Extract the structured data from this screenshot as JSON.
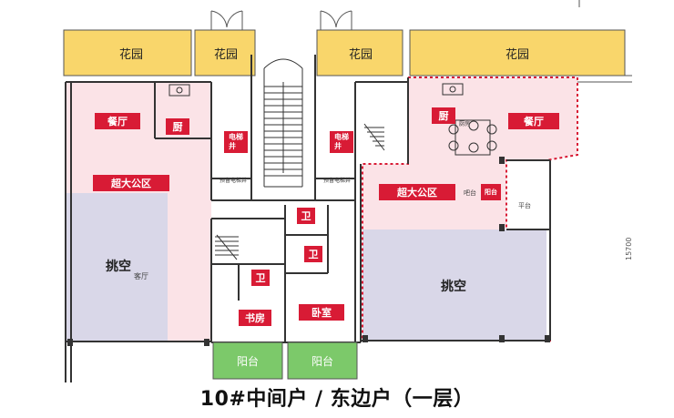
{
  "rooms": {
    "garden_1": "花园",
    "garden_2": "花园",
    "garden_3": "花园",
    "garden_4": "花园",
    "dining_left": "餐厅",
    "kitchen_left": "厨",
    "living_left": "超大公区",
    "void_left": "挑空",
    "void_left_note": "客厅",
    "elevator_left": "电梯\n井",
    "elevator_right": "电梯\n井",
    "shaft_left": "预留电梯井",
    "shaft_right": "预留电梯井",
    "bath_1": "卫",
    "bath_2": "卫",
    "bath_3": "卫",
    "study": "书房",
    "bedroom": "卧室",
    "balcony_1": "阳台",
    "balcony_2": "阳台",
    "kitchen_right": "厨",
    "dining_right": "餐厅",
    "living_right": "超大公区",
    "bar": "吧台",
    "balcony_red": "阳台",
    "platform": "平台",
    "void_right": "挑空",
    "kitchen_small_note": "厨房"
  },
  "dimension": "15700",
  "caption": "10#中间户 / 东边户（一层）",
  "colors": {
    "garden": "#f9d66b",
    "room_pink": "#fbe3e7",
    "void_purple": "#d9d7e8",
    "label_red": "#d81b35",
    "balcony_green": "#7cc96a",
    "outline_dot_red": "#d81b35"
  }
}
